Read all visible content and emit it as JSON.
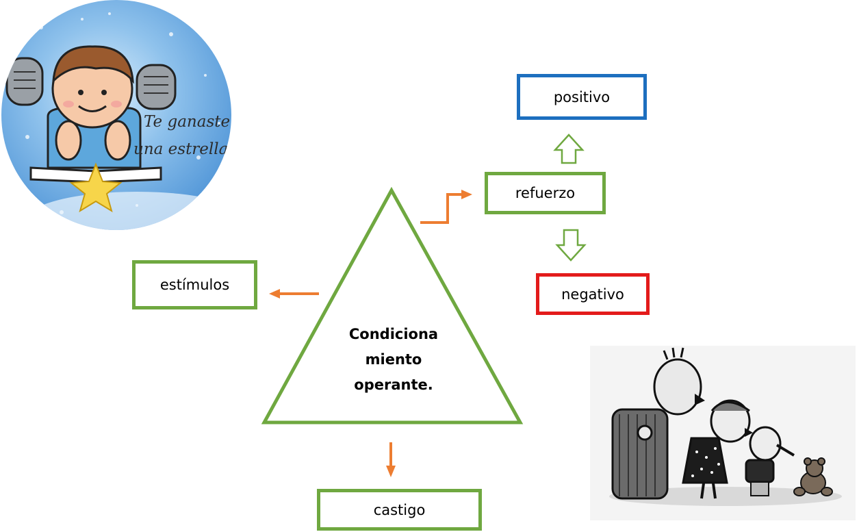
{
  "center": {
    "lines": [
      "Condiciona",
      "miento",
      "operante."
    ]
  },
  "nodes": {
    "estimulos": "estímulos",
    "refuerzo": "refuerzo",
    "positivo": "positivo",
    "negativo": "negativo",
    "castigo": "castigo"
  },
  "badge": {
    "line1": "Te ganaste",
    "line2": "una estrella"
  },
  "colors": {
    "triangle": "#6fa840",
    "arrow": "#ed7d31",
    "positive_border": "#1d6fbf",
    "negative_border": "#e31b1b"
  }
}
